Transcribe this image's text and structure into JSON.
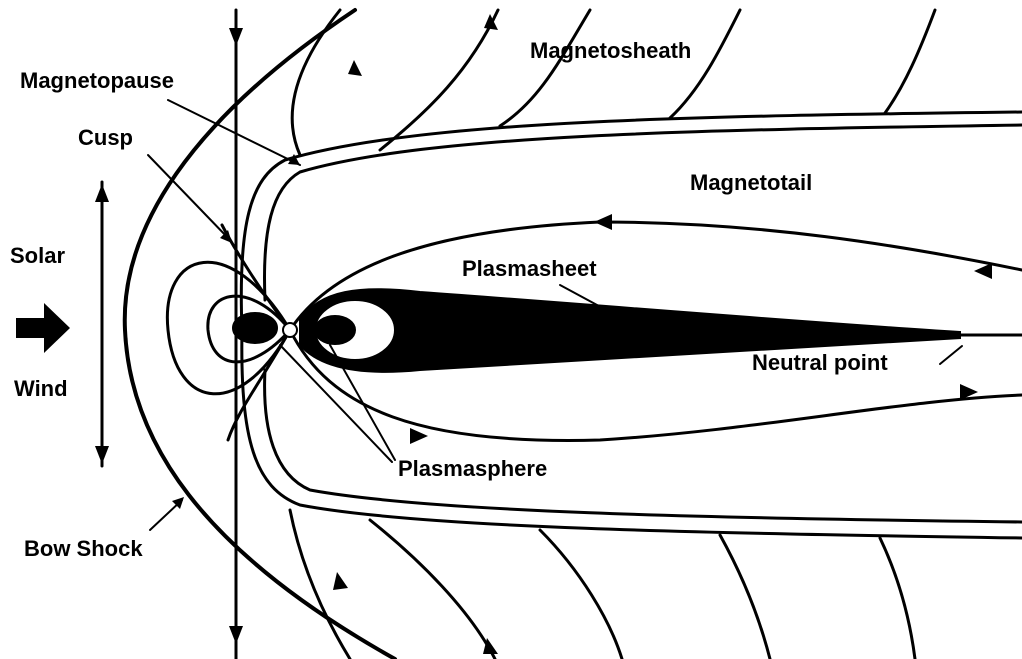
{
  "labels": {
    "magnetopause": "Magnetopause",
    "cusp": "Cusp",
    "magnetosheath": "Magnetosheath",
    "magnetotail": "Magnetotail",
    "solar": "Solar",
    "wind": "Wind",
    "plasmasheet": "Plasmasheet",
    "neutral_point": "Neutral point",
    "plasmasphere": "Plasmasphere",
    "bow_shock": "Bow Shock"
  },
  "colors": {
    "ink": "#000000",
    "background": "#ffffff"
  }
}
